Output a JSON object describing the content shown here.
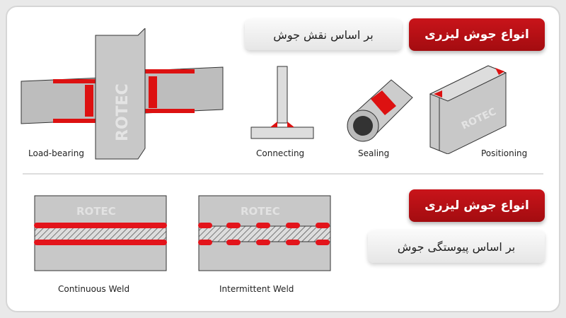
{
  "top": {
    "title": "انواع جوش لیزری",
    "subtitle": "بر اساس نقش جوش",
    "items": [
      "Load-bearing",
      "Connecting",
      "Sealing",
      "Positioning"
    ]
  },
  "bottom": {
    "title": "انواع جوش لیزری",
    "subtitle": "بر اساس پیوستگی جوش",
    "items": [
      "Continuous Weld",
      "Intermittent Weld"
    ]
  },
  "watermark": "ROTEC",
  "colors": {
    "accent": "#c9141a",
    "steel": "#c8c8c8"
  }
}
